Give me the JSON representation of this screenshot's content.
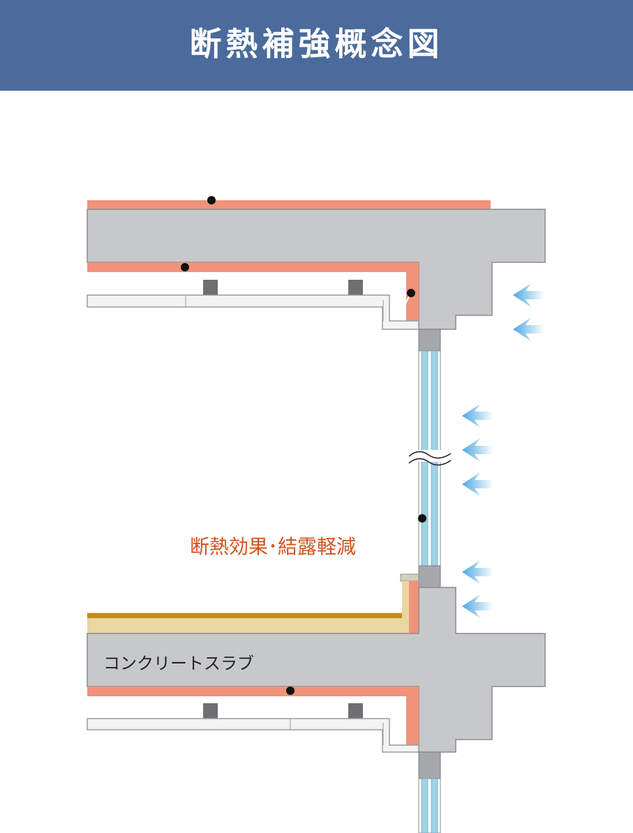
{
  "header": {
    "title": "断熱補強概念図"
  },
  "labels": {
    "effect": "断熱効果･結露軽減",
    "slab": "コンクリートスラブ"
  },
  "colors": {
    "header_bg": "#4a6b9b",
    "concrete": "#c7c8ca",
    "insulation": "#f0937a",
    "floor_finish": "#e9d6a0",
    "floor_top": "#c48a1e",
    "glass": "#9fd3e6",
    "frame": "#a6a7a9",
    "joist": "#6e6f71",
    "arrow": "#5aaee4",
    "effect_text": "#d2521c"
  },
  "icons": [
    "cold-air-arrow-icon",
    "section-break-icon",
    "marker-dot-icon"
  ]
}
